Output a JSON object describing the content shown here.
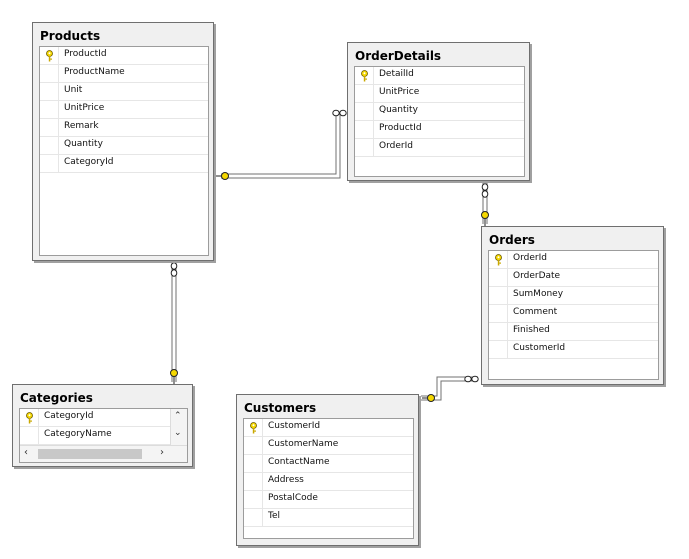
{
  "tables": {
    "products": {
      "title": "Products",
      "columns": [
        {
          "name": "ProductId",
          "key": true
        },
        {
          "name": "ProductName",
          "key": false
        },
        {
          "name": "Unit",
          "key": false
        },
        {
          "name": "UnitPrice",
          "key": false
        },
        {
          "name": "Remark",
          "key": false
        },
        {
          "name": "Quantity",
          "key": false
        },
        {
          "name": "CategoryId",
          "key": false
        }
      ]
    },
    "orderdetails": {
      "title": "OrderDetails",
      "columns": [
        {
          "name": "DetailId",
          "key": true
        },
        {
          "name": "UnitPrice",
          "key": false
        },
        {
          "name": "Quantity",
          "key": false
        },
        {
          "name": "ProductId",
          "key": false
        },
        {
          "name": "OrderId",
          "key": false
        }
      ]
    },
    "orders": {
      "title": "Orders",
      "columns": [
        {
          "name": "OrderId",
          "key": true
        },
        {
          "name": "OrderDate",
          "key": false
        },
        {
          "name": "SumMoney",
          "key": false
        },
        {
          "name": "Comment",
          "key": false
        },
        {
          "name": "Finished",
          "key": false
        },
        {
          "name": "CustomerId",
          "key": false
        }
      ]
    },
    "categories": {
      "title": "Categories",
      "columns": [
        {
          "name": "CategoryId",
          "key": true
        },
        {
          "name": "CategoryName",
          "key": false
        }
      ]
    },
    "customers": {
      "title": "Customers",
      "columns": [
        {
          "name": "CustomerId",
          "key": true
        },
        {
          "name": "CustomerName",
          "key": false
        },
        {
          "name": "ContactName",
          "key": false
        },
        {
          "name": "Address",
          "key": false
        },
        {
          "name": "PostalCode",
          "key": false
        },
        {
          "name": "Tel",
          "key": false
        }
      ]
    }
  },
  "icons": {
    "primary_key": "key-icon",
    "relationship_many": "infinity-icon",
    "relationship_one": "key-icon"
  },
  "colors": {
    "key": "#f5d800",
    "line": "#707070"
  }
}
